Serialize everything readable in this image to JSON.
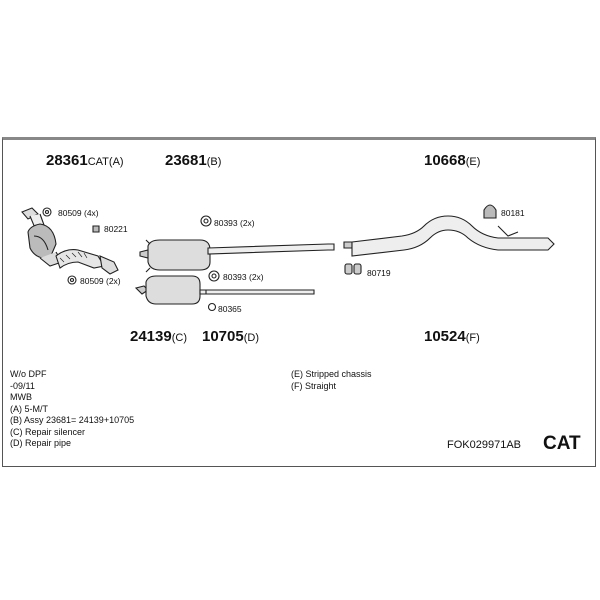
{
  "parts": {
    "p28361": {
      "number": "28361",
      "suffix": "CAT(A)"
    },
    "p23681": {
      "number": "23681",
      "suffix": "(B)"
    },
    "p10668": {
      "number": "10668",
      "suffix": "(E)"
    },
    "p24139": {
      "number": "24139",
      "suffix": "(C)"
    },
    "p10705": {
      "number": "10705",
      "suffix": "(D)"
    },
    "p10524": {
      "number": "10524",
      "suffix": "(F)"
    }
  },
  "hardware": {
    "h80509a": "80509 (4x)",
    "h80221": "80221",
    "h80509b": "80509 (2x)",
    "h80393a": "80393 (2x)",
    "h80393b": "80393 (2x)",
    "h80365": "80365",
    "h80181": "80181",
    "h80719": "80719"
  },
  "notes_left": [
    "W/o DPF",
    "-09/11",
    "MWB",
    "(A) 5-M/T",
    "(B) Assy 23681= 24139+10705",
    "(C) Repair silencer",
    "(D) Repair pipe"
  ],
  "notes_right": [
    "(E) Stripped chassis",
    "(F) Straight"
  ],
  "kit_code": "FOK029971AB",
  "badge": "CAT"
}
